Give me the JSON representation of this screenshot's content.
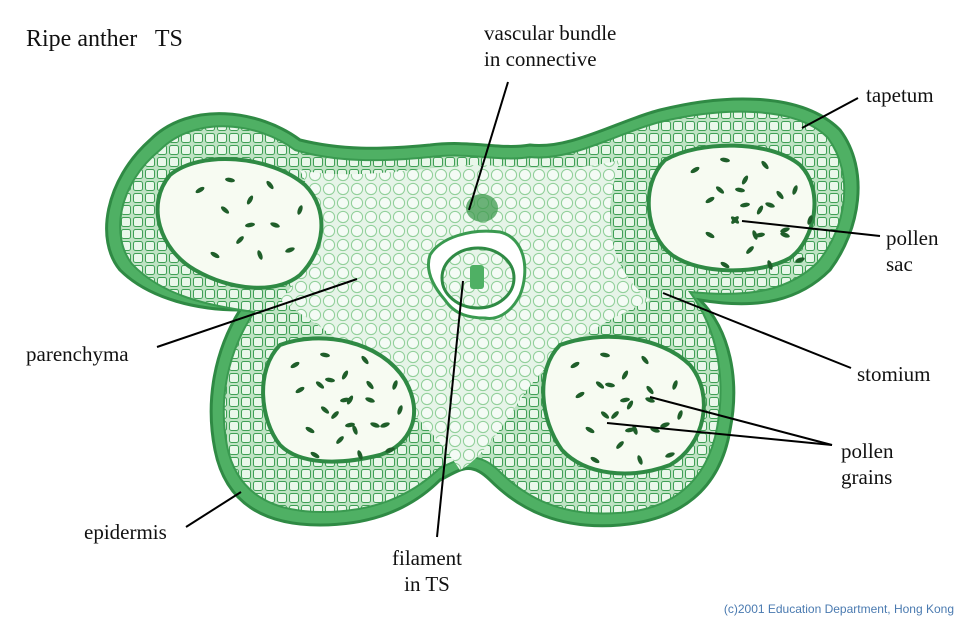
{
  "title": "Ripe anther   TS",
  "labels": {
    "vascular_bundle": [
      "vascular bundle",
      "in connective"
    ],
    "tapetum": [
      "tapetum"
    ],
    "pollen_sac": [
      "pollen",
      "sac"
    ],
    "parenchyma": [
      "parenchyma"
    ],
    "stomium": [
      "stomium"
    ],
    "pollen_grains": [
      "pollen",
      "grains"
    ],
    "epidermis": [
      "epidermis"
    ],
    "filament": [
      "filament",
      "in TS"
    ]
  },
  "copyright": "(c)2001 Education Department, Hong Kong",
  "colors": {
    "tissue_dark": "#2f9a4a",
    "tissue_mid": "#6cc07a",
    "tissue_light": "#cfead2",
    "cell_fill": "#eef8ef",
    "sac_fill": "#f6fbf3",
    "pollen": "#1f5e2a",
    "line": "#000000"
  }
}
